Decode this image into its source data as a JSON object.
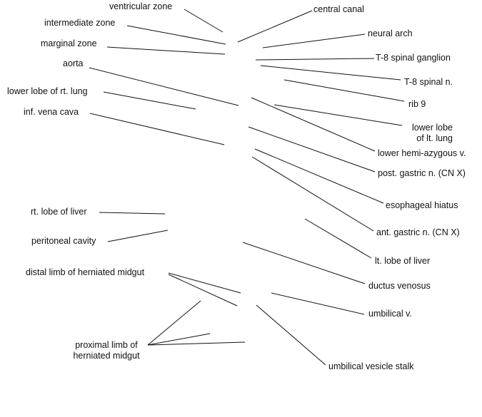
{
  "labels": {
    "ventricular_zone": "ventricular zone",
    "intermediate_zone": "intermediate zone",
    "marginal_zone": "marginal zone",
    "aorta": "aorta",
    "lower_lobe_rt_lung": "lower lobe of rt. lung",
    "inf_vena_cava": "inf. vena cava",
    "rt_lobe_liver": "rt. lobe of liver",
    "peritoneal_cavity": "peritoneal cavity",
    "distal_limb": "distal limb of herniated midgut",
    "proximal_limb_line1": "proximal limb of",
    "proximal_limb_line2": "herniated midgut",
    "central_canal": "central canal",
    "neural_arch": "neural arch",
    "t8_spinal_ganglion": "T-8 spinal ganglion",
    "t8_spinal_n": "T-8 spinal n.",
    "rib_9": "rib 9",
    "lower_lobe_lt_lung_line1": "lower lobe",
    "lower_lobe_lt_lung_line2": "of lt. lung",
    "lower_hemi_azygous": "lower hemi-azygous v.",
    "post_gastric_n": "post. gastric n. (CN X)",
    "esophageal_hiatus": "esophageal hiatus",
    "ant_gastric_n": "ant. gastric n. (CN X)",
    "lt_lobe_liver": "lt. lobe of liver",
    "ductus_venosus": "ductus venosus",
    "umbilical_v": "umbilical v.",
    "umbilical_vesicle_stalk": "umbilical vesicle stalk"
  }
}
